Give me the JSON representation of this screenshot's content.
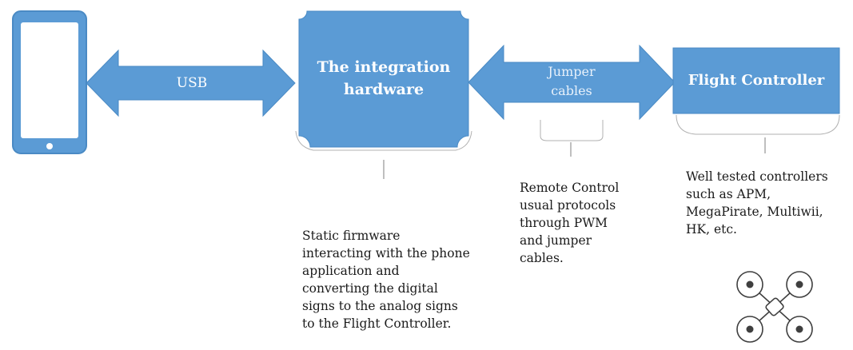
{
  "colors": {
    "fill": "#5b9bd5",
    "stroke": "#4a8ac4",
    "connector": "#7f7f7f",
    "note_text": "#1a1a1a"
  },
  "nodes": {
    "phone": {
      "icon": "smartphone-icon"
    },
    "integration": {
      "title": "The integration hardware"
    },
    "flight": {
      "title": "Flight Controller"
    },
    "drone": {
      "icon": "quadcopter-icon"
    }
  },
  "arrows": {
    "usb": {
      "label": "USB"
    },
    "jumper": {
      "label_line1": "Jumper",
      "label_line2": "cables"
    }
  },
  "notes": {
    "integration": [
      "Static firmware",
      "interacting with the phone",
      "application and",
      "converting the digital",
      "signs to the analog signs",
      "to the Flight Controller."
    ],
    "jumper": [
      "Remote Control",
      "usual protocols",
      "through PWM",
      "and jumper",
      "cables."
    ],
    "flight": [
      "Well tested controllers",
      "such as APM,",
      "MegaPirate, Multiwii,",
      "HK, etc."
    ]
  }
}
